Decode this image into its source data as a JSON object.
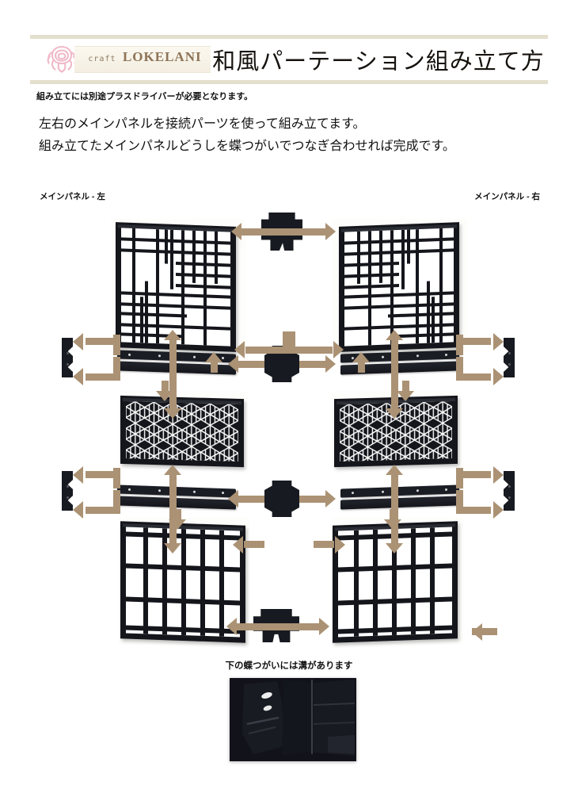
{
  "document": {
    "brand_craft": "craft",
    "brand_name": "LOKELANI",
    "title": "和風パーテーション組み立て方",
    "note": "組み立てには別途プラスドライバーが必要となります。",
    "lead_lines": [
      "左右のメインパネルを接続パーツを使って組み立てます。",
      "組み立てたメインパネルどうしを蝶つがいでつなぎ合わせれば完成です。"
    ],
    "panel_label_left": "メインパネル - 左",
    "panel_label_right": "メインパネル - 右",
    "bottom_caption": "下の蝶つがいには溝があります"
  },
  "colors": {
    "arrow": "#ab9274",
    "rule": "#e4dfcd",
    "part_black": "#15161c",
    "rose_pink": "#f0b9c8",
    "logo_brown": "#8d7357",
    "page_bg": "#ffffff"
  },
  "parts": {
    "panel_top_left": "lattice-panel-irregular-left",
    "panel_top_right": "lattice-panel-irregular-right",
    "panel_mid_left": "asanoha-panel-left",
    "panel_mid_right": "asanoha-panel-right",
    "panel_bottom_left": "grid-panel-left",
    "panel_bottom_right": "grid-panel-right",
    "rail_upper": "connector-rail",
    "rail_lower": "connector-rail",
    "hinge_top": "butterfly-hinge-top",
    "hinge_middle": "butterfly-hinge-middle",
    "hinge_bottom": "butterfly-hinge-bottom-grooved",
    "bracket_side": "side-bracket"
  },
  "icons": {
    "rose": "rose-icon",
    "arrow_double_h": "double-arrow-horizontal-icon",
    "arrow_double_v": "double-arrow-vertical-icon",
    "arrow_left": "arrow-left-icon",
    "arrow_right": "arrow-right-icon",
    "arrow_up": "arrow-up-icon",
    "arrow_down": "arrow-down-icon"
  }
}
